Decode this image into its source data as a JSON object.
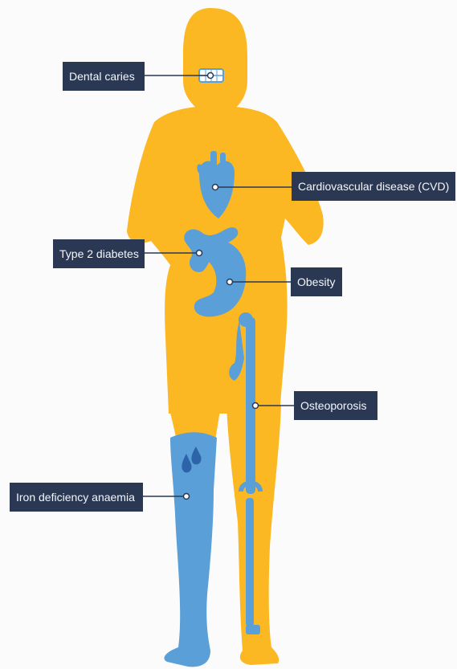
{
  "colors": {
    "body": "#fbb823",
    "organ": "#5a9fd8",
    "organ_dark": "#3b7fc4",
    "callout_bg": "#2a3854",
    "callout_text": "#f4f6fa"
  },
  "labels": {
    "dental_caries": "Dental caries",
    "cvd": "Cardiovascular disease (CVD)",
    "type2_diabetes": "Type 2 diabetes",
    "obesity": "Obesity",
    "osteoporosis": "Osteoporosis",
    "iron_anaemia": "Iron deficiency anaemia"
  },
  "icons": {
    "teeth": "teeth-icon",
    "heart": "heart-icon",
    "pancreas": "pancreas-icon",
    "stomach": "stomach-icon",
    "bone": "leg-bone-icon",
    "blood": "blood-drop-icon"
  }
}
